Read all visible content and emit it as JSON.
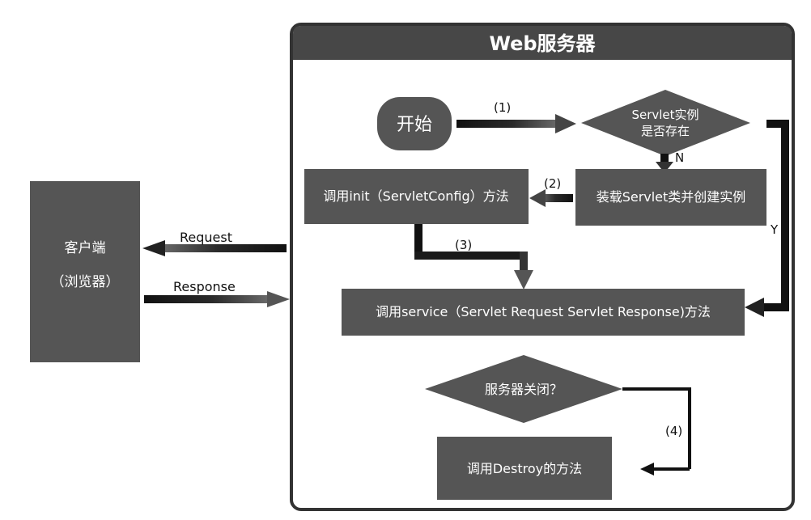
{
  "server": {
    "title": "Web服务器"
  },
  "client": {
    "line1": "客户端",
    "line2": "（浏览器）"
  },
  "nodes": {
    "start": "开始",
    "exists_line1": "Servlet实例",
    "exists_line2": "是否存在",
    "load": "装载Servlet类并创建实例",
    "init": "调用init（ServletConfig）方法",
    "service": "调用service（Servlet Request Servlet Response)方法",
    "shutdown": "服务器关闭？",
    "destroy": "调用Destroy的方法"
  },
  "edges": {
    "step1": "(1)",
    "step2": "(2)",
    "step3": "(3)",
    "step4": "(4)",
    "no": "N",
    "yes": "Y",
    "request": "Request",
    "response": "Response"
  }
}
